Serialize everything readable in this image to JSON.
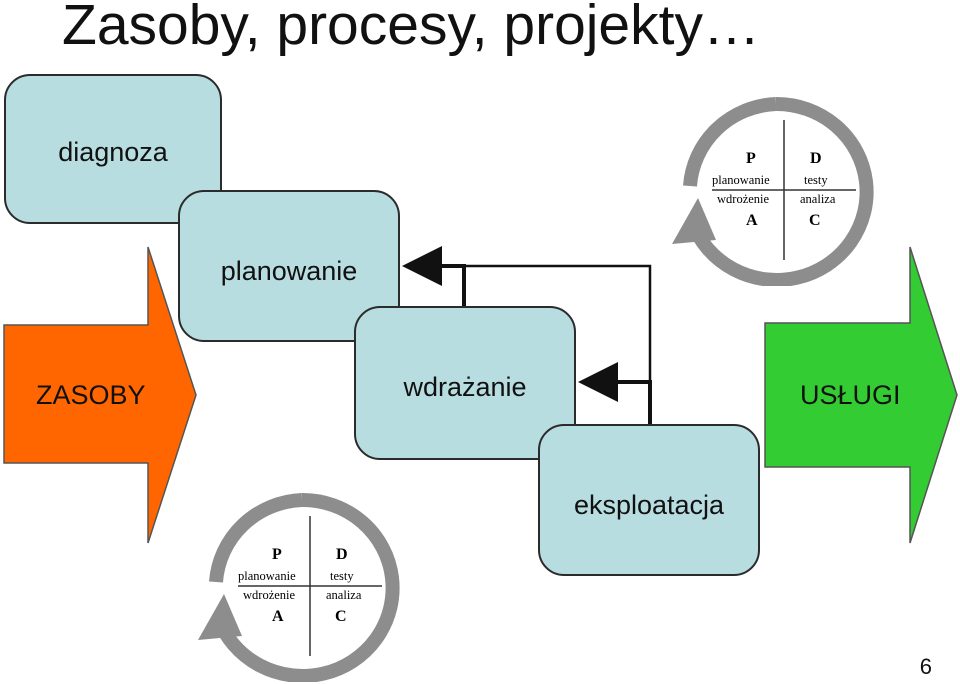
{
  "title": "Zasoby, procesy, projekty…",
  "steps": {
    "diagnoza": "diagnoza",
    "planowanie": "planowanie",
    "wdrazanie": "wdrażanie",
    "eksploatacja": "eksploatacja"
  },
  "inputs": {
    "label": "ZASOBY",
    "color": "#ff6600"
  },
  "outputs": {
    "label": "USŁUGI",
    "color": "#33cc33"
  },
  "pdca": {
    "p": "P",
    "d": "D",
    "a": "A",
    "c": "C",
    "plan": "planowanie",
    "test": "testy",
    "impl": "wdrożenie",
    "analysis": "analiza"
  },
  "page_number": "6"
}
